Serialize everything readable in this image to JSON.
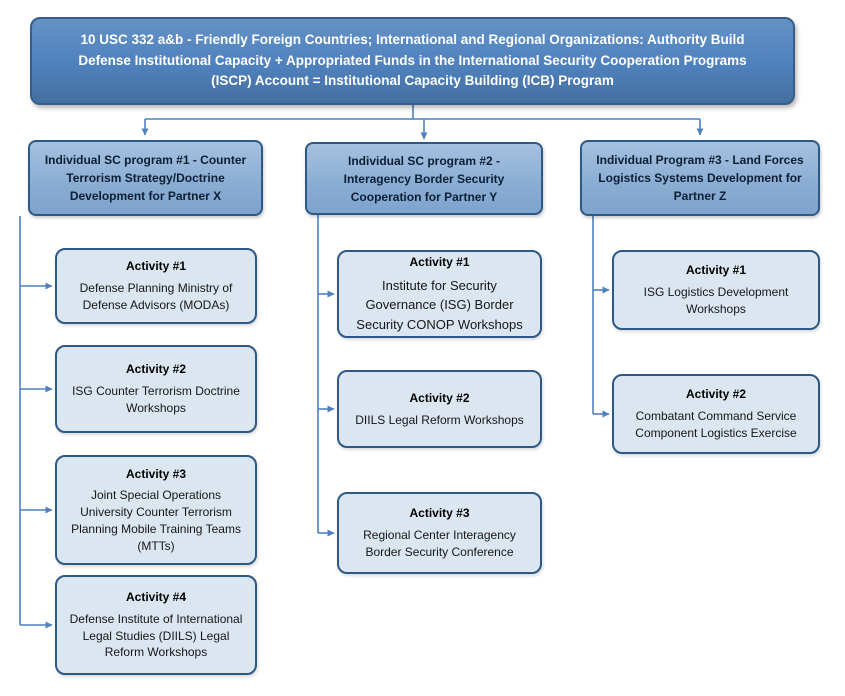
{
  "header": {
    "text": "10 USC 332 a&b - Friendly Foreign Countries; International and Regional Organizations: Authority Build Defense Institutional Capacity + Appropriated Funds in the International Security Cooperation Programs (ISCP) Account = Institutional Capacity Building (ICB) Program"
  },
  "programs": [
    {
      "title": "Individual SC program #1 - Counter Terrorism Strategy/Doctrine Development for Partner X",
      "activities": [
        {
          "title": "Activity #1",
          "body": "Defense Planning Ministry of Defense Advisors (MODAs)"
        },
        {
          "title": "Activity #2",
          "body": "ISG Counter Terrorism Doctrine Workshops"
        },
        {
          "title": "Activity #3",
          "body": "Joint Special Operations University Counter Terrorism Planning Mobile Training Teams (MTTs)"
        },
        {
          "title": "Activity #4",
          "body": "Defense Institute of International Legal Studies (DIILS) Legal Reform Workshops"
        }
      ]
    },
    {
      "title": "Individual SC program #2 - Interagency Border Security Cooperation for Partner Y",
      "activities": [
        {
          "title": "Activity #1",
          "body": "Institute for Security Governance (ISG) Border Security CONOP Workshops"
        },
        {
          "title": "Activity #2",
          "body": "DIILS Legal Reform Workshops"
        },
        {
          "title": "Activity #3",
          "body": "Regional Center Interagency Border Security Conference"
        }
      ]
    },
    {
      "title": "Individual Program #3 - Land Forces Logistics Systems Development for Partner Z",
      "activities": [
        {
          "title": "Activity #1",
          "body": "ISG Logistics Development Workshops"
        },
        {
          "title": "Activity #2",
          "body": "Combatant Command Service Component Logistics Exercise"
        }
      ]
    }
  ],
  "colors": {
    "header_fill": "#4f81bd",
    "header_border": "#385d8a",
    "program_fill": "#8aacd3",
    "program_border": "#2d5986",
    "activity_fill": "#dce6f1",
    "activity_border": "#2d5986",
    "connector": "#4f81bd"
  }
}
